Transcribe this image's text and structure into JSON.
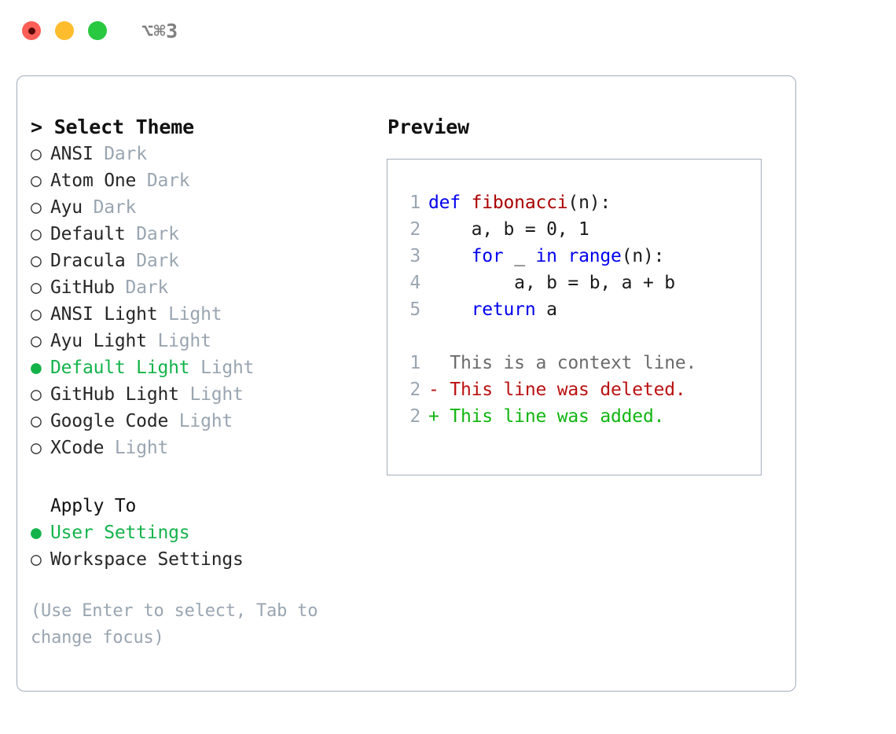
{
  "titlebar": {
    "shortcut": "⌥⌘3",
    "lights": [
      {
        "name": "close",
        "color": "#ff5f57"
      },
      {
        "name": "minimize",
        "color": "#ffbd2e"
      },
      {
        "name": "maximize",
        "color": "#28c840"
      }
    ]
  },
  "theme_panel": {
    "header": "> Select Theme",
    "items": [
      {
        "bullet": "○",
        "label": "ANSI",
        "badge": "Dark",
        "selected": false
      },
      {
        "bullet": "○",
        "label": "Atom One",
        "badge": "Dark",
        "selected": false
      },
      {
        "bullet": "○",
        "label": "Ayu",
        "badge": "Dark",
        "selected": false
      },
      {
        "bullet": "○",
        "label": "Default",
        "badge": "Dark",
        "selected": false
      },
      {
        "bullet": "○",
        "label": "Dracula",
        "badge": "Dark",
        "selected": false
      },
      {
        "bullet": "○",
        "label": "GitHub",
        "badge": "Dark",
        "selected": false
      },
      {
        "bullet": "○",
        "label": "ANSI Light",
        "badge": "Light",
        "selected": false
      },
      {
        "bullet": "○",
        "label": "Ayu Light",
        "badge": "Light",
        "selected": false
      },
      {
        "bullet": "●",
        "label": "Default Light",
        "badge": "Light",
        "selected": true
      },
      {
        "bullet": "○",
        "label": "GitHub Light",
        "badge": "Light",
        "selected": false
      },
      {
        "bullet": "○",
        "label": "Google Code",
        "badge": "Light",
        "selected": false
      },
      {
        "bullet": "○",
        "label": "XCode",
        "badge": "Light",
        "selected": false
      }
    ]
  },
  "apply_to": {
    "header": "Apply To",
    "items": [
      {
        "bullet": "●",
        "label": "User Settings",
        "selected": true
      },
      {
        "bullet": "○",
        "label": "Workspace Settings",
        "selected": false
      }
    ]
  },
  "hint": "(Use Enter to select, Tab to change focus)",
  "preview": {
    "title": "Preview",
    "code_lines": [
      {
        "no": "1",
        "tokens": [
          {
            "t": "def ",
            "c": "kw"
          },
          {
            "t": "fibonacci",
            "c": "fn"
          },
          {
            "t": "(n):",
            "c": "plain"
          }
        ]
      },
      {
        "no": "2",
        "tokens": [
          {
            "t": "    a, b = 0, 1",
            "c": "plain"
          }
        ]
      },
      {
        "no": "3",
        "tokens": [
          {
            "t": "    ",
            "c": "plain"
          },
          {
            "t": "for",
            "c": "kw"
          },
          {
            "t": " _ ",
            "c": "plain"
          },
          {
            "t": "in",
            "c": "kw"
          },
          {
            "t": " ",
            "c": "plain"
          },
          {
            "t": "range",
            "c": "kw"
          },
          {
            "t": "(n):",
            "c": "plain"
          }
        ]
      },
      {
        "no": "4",
        "tokens": [
          {
            "t": "        a, b = b, a + b",
            "c": "plain"
          }
        ]
      },
      {
        "no": "5",
        "tokens": [
          {
            "t": "    ",
            "c": "plain"
          },
          {
            "t": "return",
            "c": "kw"
          },
          {
            "t": " a",
            "c": "plain"
          }
        ]
      }
    ],
    "diff_lines": [
      {
        "no": "1",
        "marker": " ",
        "text": "  This is a context line.",
        "kind": "ctx"
      },
      {
        "no": "2",
        "marker": "-",
        "text": "- This line was deleted.",
        "kind": "del"
      },
      {
        "no": "2",
        "marker": "+",
        "text": "+ This line was added.",
        "kind": "add"
      }
    ]
  },
  "colors": {
    "selected_green": "#14b34a",
    "muted_gray": "#9aa5b1",
    "border": "#a3adba",
    "keyword_blue": "#0000ee",
    "function_red": "#aa0000",
    "diff_delete": "#bb1111",
    "diff_add": "#11b511"
  }
}
